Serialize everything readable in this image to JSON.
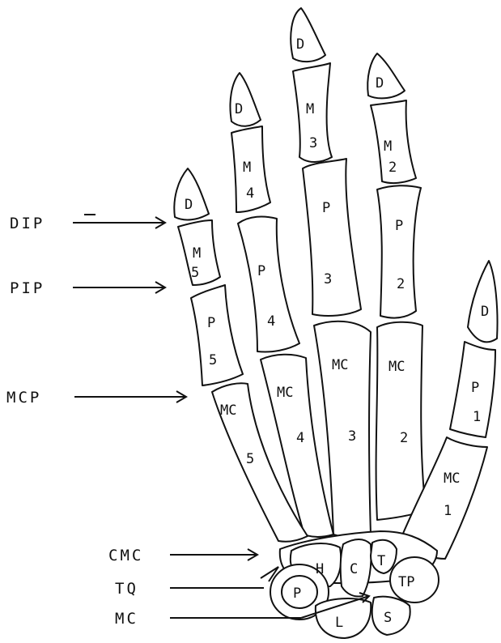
{
  "side_labels": {
    "dip": "DIP",
    "pip": "PIP",
    "mcp": "MCP",
    "cmc": "CMC",
    "tq": "TQ",
    "mc": "MC"
  },
  "bones": {
    "d1": "D",
    "p1": "P",
    "p1_num": "1",
    "mc1": "MC",
    "mc1_num": "1",
    "d2": "D",
    "m2": "M",
    "m2_num": "2",
    "p2": "P",
    "p2_num": "2",
    "mc2": "MC",
    "mc2_num": "2",
    "d3": "D",
    "m3": "M",
    "m3_num": "3",
    "p3": "P",
    "p3_num": "3",
    "mc3": "MC",
    "mc3_num": "3",
    "d4": "D",
    "m4": "M",
    "m4_num": "4",
    "p4": "P",
    "p4_num": "4",
    "mc4": "MC",
    "mc4_num": "4",
    "d5": "D",
    "m5": "M",
    "m5_num": "5",
    "p5": "P",
    "p5_num": "5",
    "mc5": "MC",
    "mc5_num": "5"
  },
  "carpals": {
    "hamate": "H",
    "capitate": "C",
    "trapezoid": "T",
    "trapezium": "TP",
    "pisiform": "P",
    "lunate": "L",
    "scaphoid": "S"
  }
}
